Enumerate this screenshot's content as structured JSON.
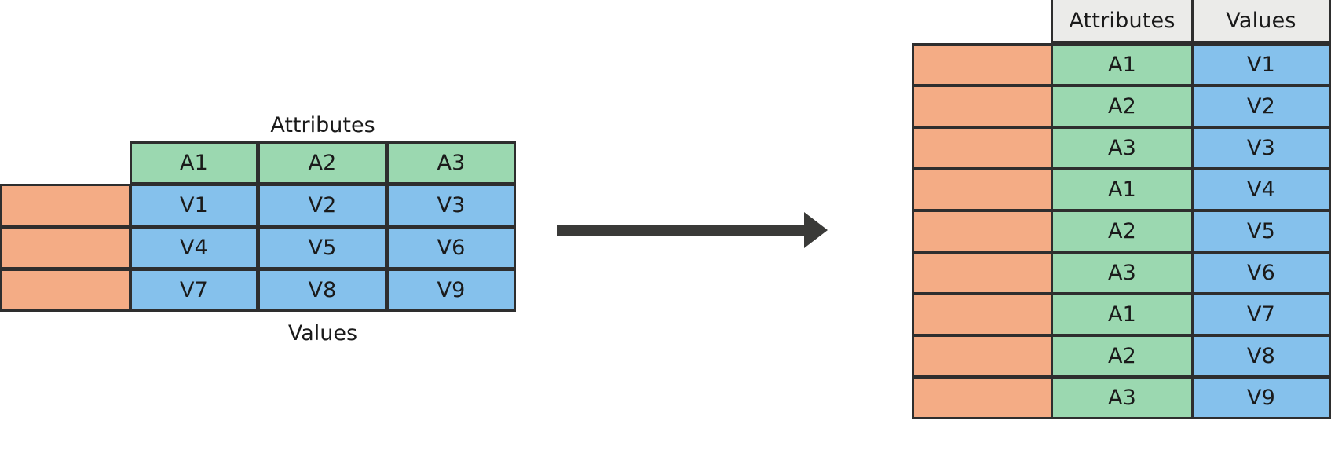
{
  "diagram": {
    "title": "unpivot-melt-transformation",
    "colors": {
      "orange": "#F4AC85",
      "green": "#9BD8B0",
      "blue": "#85C1EC",
      "header_gray": "#EBEBE9",
      "stroke": "#2E2E2E",
      "arrow": "#3A3A38"
    }
  },
  "source_table": {
    "top_label": "Attributes",
    "bottom_label": "Values",
    "attribute_headers": [
      "A1",
      "A2",
      "A3"
    ],
    "value_rows": [
      [
        "V1",
        "V2",
        "V3"
      ],
      [
        "V4",
        "V5",
        "V6"
      ],
      [
        "V7",
        "V8",
        "V9"
      ]
    ],
    "index_rows": [
      "",
      "",
      ""
    ]
  },
  "arrow": {
    "direction": "right"
  },
  "result_table": {
    "headers": [
      "",
      "Attributes",
      "Values"
    ],
    "rows": [
      {
        "index": "",
        "attribute": "A1",
        "value": "V1"
      },
      {
        "index": "",
        "attribute": "A2",
        "value": "V2"
      },
      {
        "index": "",
        "attribute": "A3",
        "value": "V3"
      },
      {
        "index": "",
        "attribute": "A1",
        "value": "V4"
      },
      {
        "index": "",
        "attribute": "A2",
        "value": "V5"
      },
      {
        "index": "",
        "attribute": "A3",
        "value": "V6"
      },
      {
        "index": "",
        "attribute": "A1",
        "value": "V7"
      },
      {
        "index": "",
        "attribute": "A2",
        "value": "V8"
      },
      {
        "index": "",
        "attribute": "A3",
        "value": "V9"
      }
    ]
  }
}
